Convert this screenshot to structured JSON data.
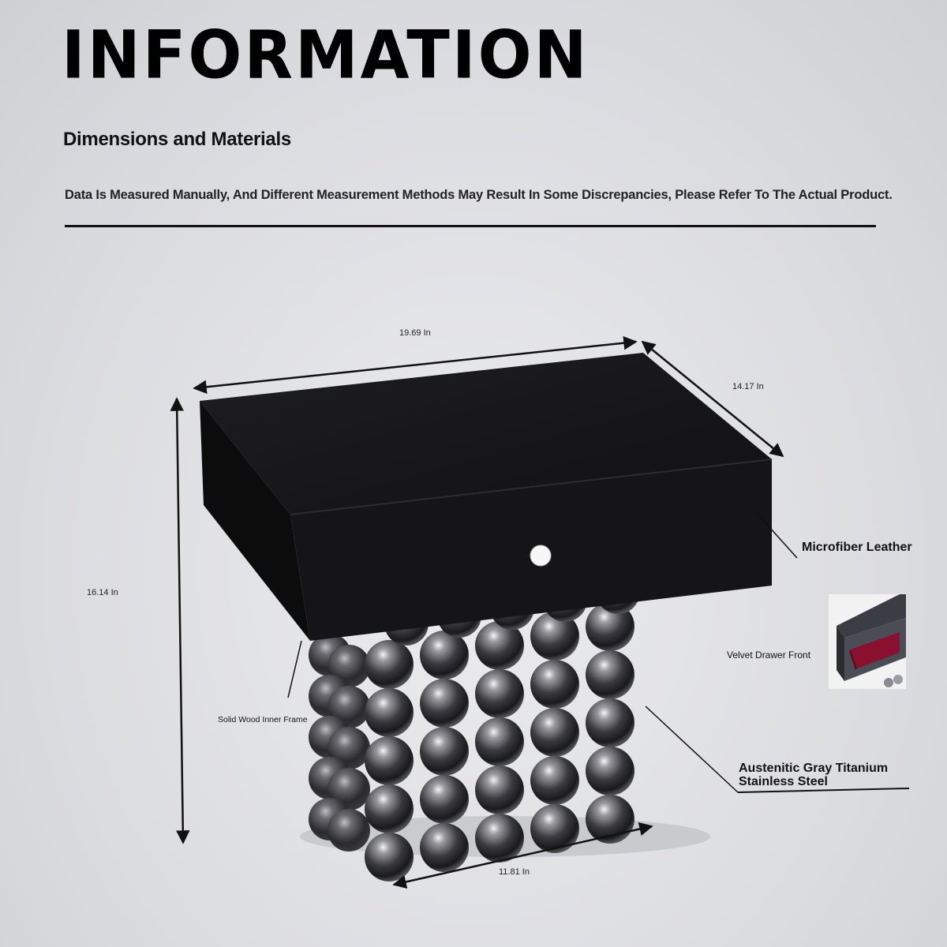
{
  "header": {
    "title": "INFORMATION",
    "subtitle": "Dimensions and Materials",
    "note": "Data Is Measured Manually, And Different Measurement Methods May Result In Some Discrepancies, Please Refer To The Actual Product."
  },
  "dimensions": {
    "width": "19.69 In",
    "depth": "14.17 In",
    "height": "16.14 In",
    "base": "11.81 In"
  },
  "materials": {
    "leather": "Microfiber Leather",
    "velvet": "Velvet Drawer Front",
    "frame": "Solid Wood Inner Frame",
    "steel_line1": "Austenitic Gray Titanium",
    "steel_line2": "Stainless Steel"
  },
  "colors": {
    "cabinet": "#111111",
    "spheres": "#3c3c40",
    "velvet": "#8a1030"
  }
}
